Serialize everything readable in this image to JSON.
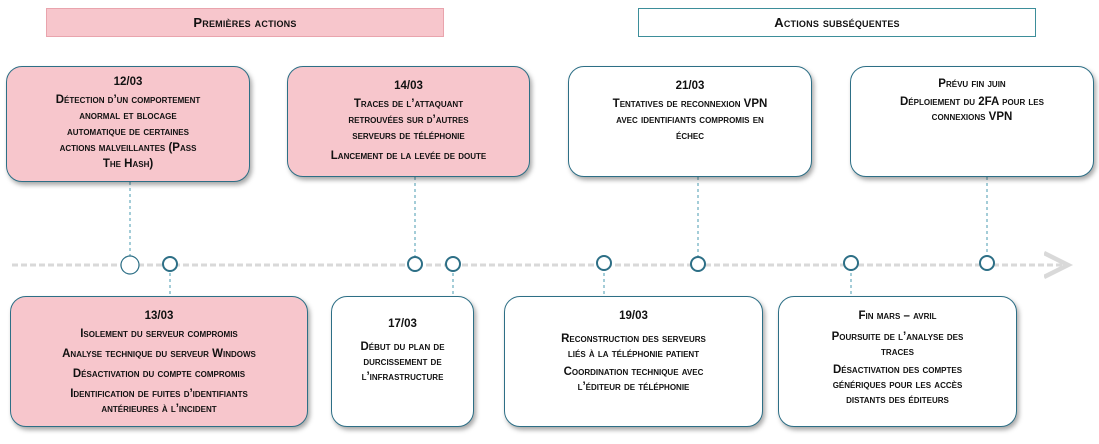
{
  "phases": {
    "first": "Premières actions",
    "later": "Actions subséquentes"
  },
  "events_top": [
    {
      "date": "12/03",
      "lines": [
        "Détection d’un comportement",
        "anormal et blocage",
        "automatique de certaines",
        "actions malveillantes (Pass",
        "The Hash)"
      ]
    },
    {
      "date": "14/03",
      "lines": [
        "Traces de l’attaquant",
        "retrouvées sur d’autres",
        "serveurs de téléphonie",
        "Lancement de la levée de doute"
      ]
    },
    {
      "date": "21/03",
      "lines": [
        "Tentatives de reconnexion VPN",
        "avec identifiants compromis en",
        "échec"
      ]
    },
    {
      "date": "Prévu fin juin",
      "lines": [
        "Déploiement du 2FA pour les",
        "connexions VPN"
      ]
    }
  ],
  "events_bottom": [
    {
      "date": "13/03",
      "lines": [
        "Isolement du serveur compromis",
        "Analyse technique du serveur Windows",
        "Désactivation du compte compromis",
        "Identification de fuites d’identifiants",
        "antérieures à l’incident"
      ]
    },
    {
      "date": "17/03",
      "lines": [
        "Début du plan de",
        "durcissement de",
        "l’infrastructure"
      ]
    },
    {
      "date": "19/03",
      "lines": [
        "Reconstruction des serveurs",
        "liés à la téléphonie patient",
        "Coordination technique avec",
        "l’éditeur de téléphonie"
      ]
    },
    {
      "date": "Fin mars – avril",
      "lines": [
        "Poursuite de l’analyse des",
        "traces",
        "Désactivation des comptes",
        "génériques pour les accès",
        "distants des éditeurs"
      ]
    }
  ],
  "colors": {
    "accent": "#2d6f86",
    "pink": "#f7c6cc",
    "connector": "#4a9bb0",
    "timeline": "#d9d9d9"
  }
}
